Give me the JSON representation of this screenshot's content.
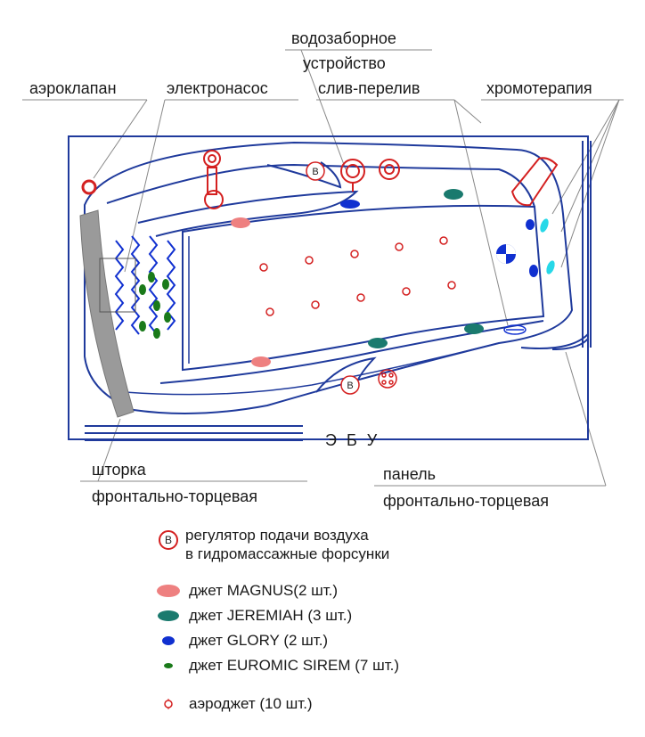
{
  "labels": {
    "aeroklapan": "аэроклапан",
    "electronasos": "электронасос",
    "vodozabor_line1": "водозаборное",
    "vodozabor_line2": "устройство",
    "sliv": "слив-перелив",
    "chromo": "хромотерапия",
    "shtorka_line1": "шторка",
    "shtorka_line2": "фронтально-торцевая",
    "panel_line1": "панель",
    "panel_line2": "фронтально-торцевая",
    "ebu": "Э Б У",
    "b_marker": "B"
  },
  "legend": {
    "regulator_line1": "регулятор подачи воздуха",
    "regulator_line2": "в гидромассажные форсунки",
    "magnus": "джет MAGNUS(2 шт.)",
    "jeremiah": "джет JEREMIAH (3 шт.)",
    "glory": "джет GLORY (2 шт.)",
    "euromic": "джет EUROMIC SIREM (7 шт.)",
    "aerojet": "аэроджет (10 шт.)"
  },
  "colors": {
    "outline": "#1f3a9c",
    "red": "#d42020",
    "magnus": "#ee8080",
    "jeremiah": "#1a7a6e",
    "glory": "#1030d0",
    "euromic": "#1a7a1a",
    "cyan": "#27d8e8",
    "screen": "#9a9a9a"
  }
}
